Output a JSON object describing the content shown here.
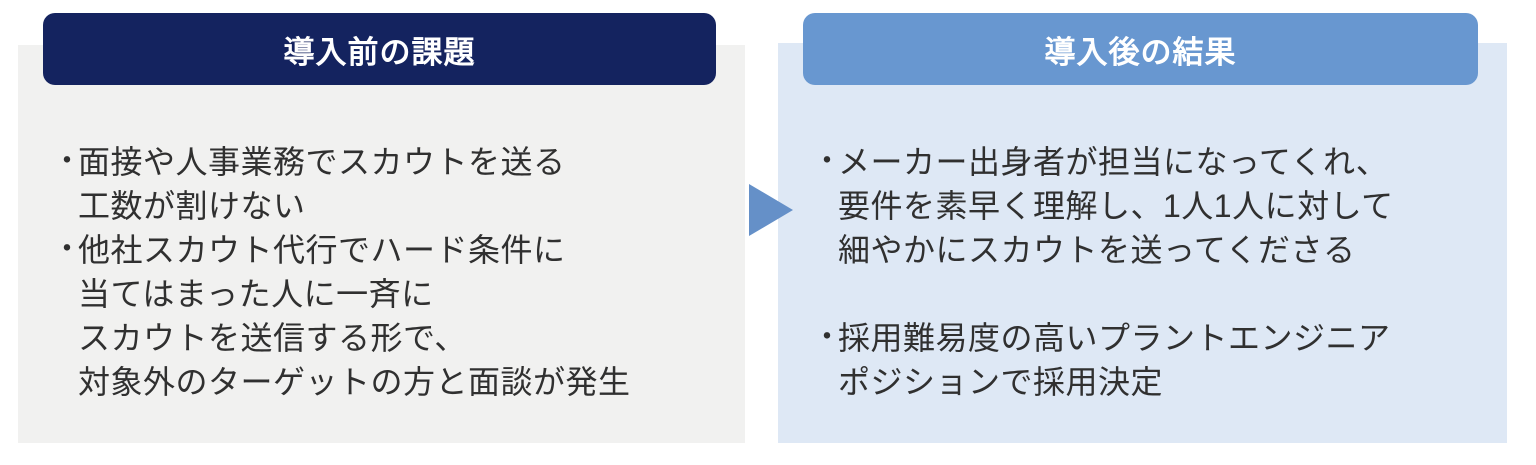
{
  "bullet_char": "・",
  "colors": {
    "before_header_bg": "#14235F",
    "after_header_bg": "#6897D0",
    "before_body_bg": "#F1F1F0",
    "after_body_bg": "#DEE8F5",
    "arrow_color": "#6590C8",
    "header_text": "#FFFFFF",
    "body_text": "#303030"
  },
  "before": {
    "title": "導入前の課題",
    "items": [
      "面接や人事業務でスカウトを送る\n工数が割けない",
      "他社スカウト代行でハード条件に\n当てはまった人に一斉に\nスカウトを送信する形で、\n対象外のターゲットの方と面談が発生"
    ]
  },
  "after": {
    "title": "導入後の結果",
    "items": [
      "メーカー出身者が担当になってくれ、\n要件を素早く理解し、1人1人に対して\n細やかにスカウトを送ってくださる",
      "採用難易度の高いプラントエンジニア\nポジションで採用決定"
    ]
  }
}
